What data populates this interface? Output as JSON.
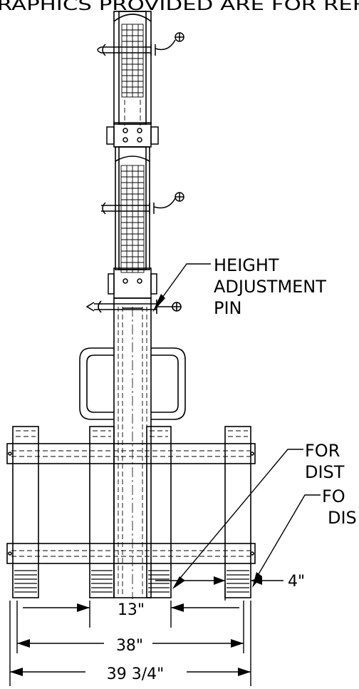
{
  "header": {
    "banner": "GRAPHICS PROVIDED ARE FOR REFE"
  },
  "callouts": {
    "height_pin_line1": "HEIGHT",
    "height_pin_line2": "ADJUSTMENT",
    "height_pin_line3": "PIN",
    "fork_a_line1": "FOR",
    "fork_a_line2": "DIST",
    "fork_b_line1": "FO",
    "fork_b_line2": "DIS"
  },
  "dimensions": {
    "offset": "4\"",
    "inner_gap": "13\"",
    "fork_span": "38\"",
    "overall_width": "39 3/4\""
  },
  "colors": {
    "line": "#000000",
    "background": "#ffffff"
  }
}
